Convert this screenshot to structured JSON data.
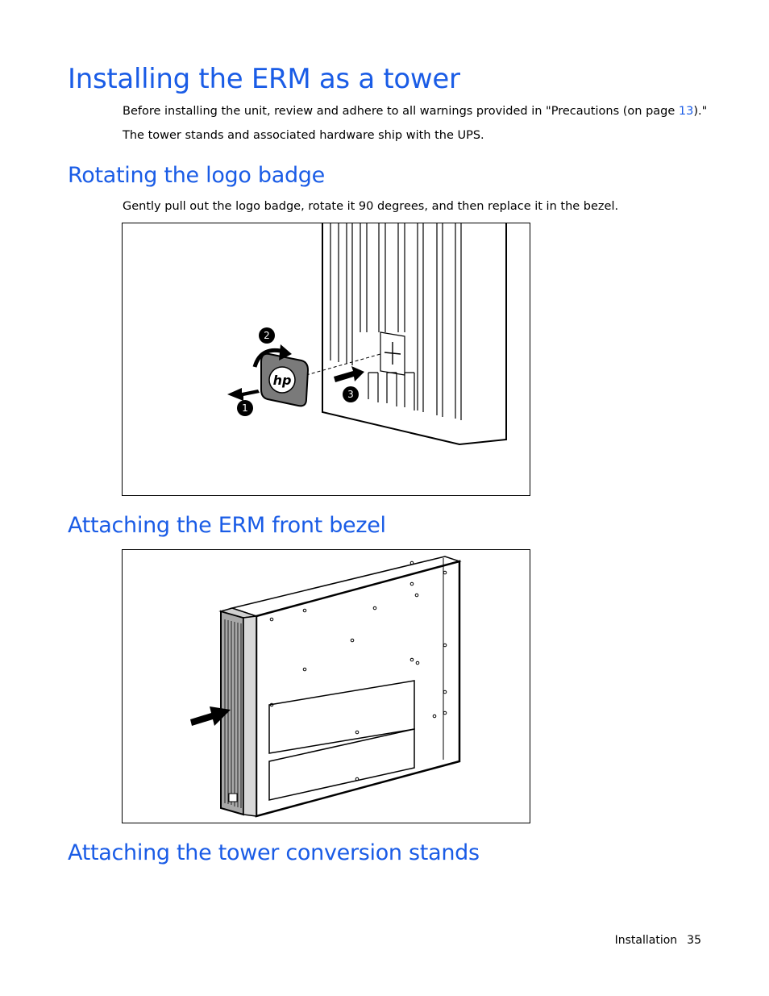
{
  "page": {
    "title": "Installing the ERM as a tower",
    "intro_before_link": "Before installing the unit, review and adhere to all warnings provided in \"Precautions (on page ",
    "intro_link": "13",
    "intro_after_link": ").\"",
    "intro_2": "The tower stands and associated hardware ship with the UPS."
  },
  "sections": [
    {
      "heading": "Rotating the logo badge",
      "body": "Gently pull out the logo badge, rotate it 90 degrees, and then replace it in the bezel."
    },
    {
      "heading": "Attaching the ERM front bezel"
    },
    {
      "heading": "Attaching the tower conversion stands"
    }
  ],
  "figure1": {
    "callouts": [
      "1",
      "2",
      "3"
    ]
  },
  "footer": {
    "section": "Installation",
    "page_number": "35"
  }
}
